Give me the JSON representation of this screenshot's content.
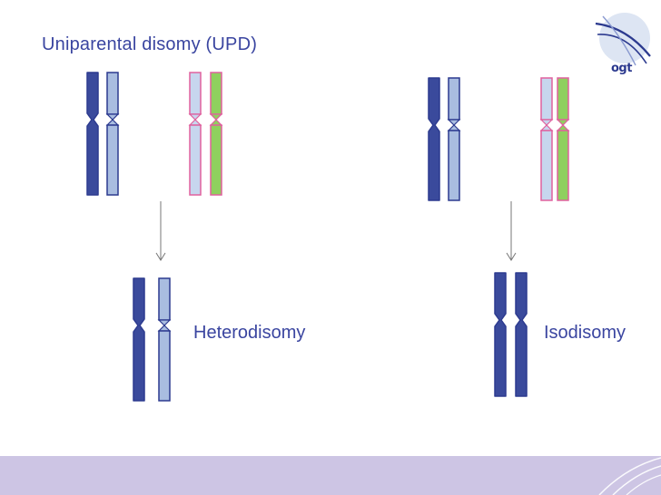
{
  "slide": {
    "title": "Uniparental disomy (UPD)",
    "logo_text": "ogt",
    "labels": {
      "heterodisomy": "Heterodisomy",
      "isodisomy": "Isodisomy"
    }
  },
  "colors": {
    "title_text": "#3a45a0",
    "chromosome_dark_blue": "#3a4a9c",
    "chromosome_light_blue": "#a9bde0",
    "chromosome_pink_outline": "#e0609e",
    "chromosome_green": "#8fd05e",
    "arrow": "#777777",
    "footer_band": "#cdc5e4"
  }
}
